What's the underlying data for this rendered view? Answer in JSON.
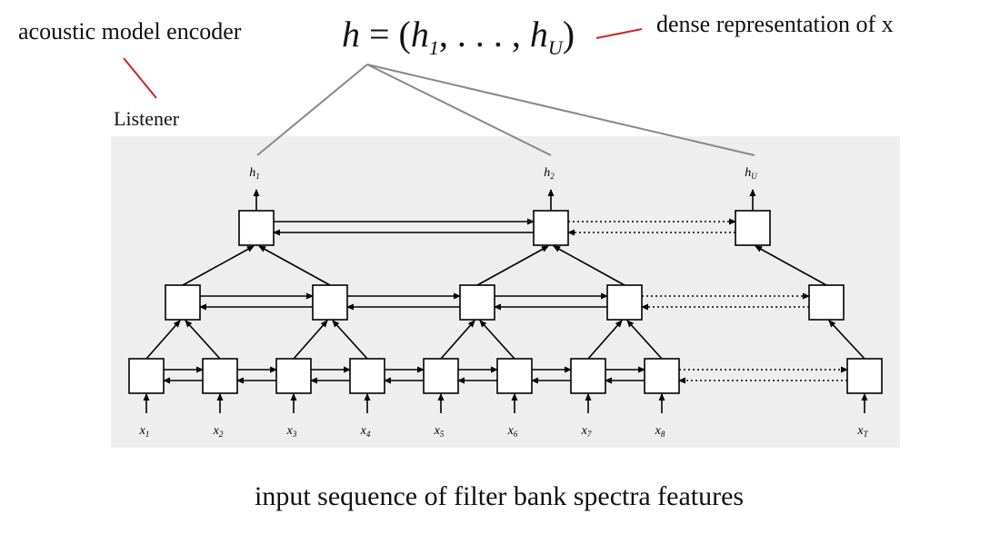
{
  "annotations": {
    "encoder_label": "acoustic model encoder",
    "dense_label": "dense representation of x",
    "listener_label": "Listener",
    "input_label": "input sequence of filter bank spectra features"
  },
  "formula": {
    "lhs": "h",
    "equals": " = (",
    "first": "h",
    "first_sub": "1",
    "sep": ", . . . , ",
    "last": "h",
    "last_sub": "U",
    "close": ")"
  },
  "diagram": {
    "output_labels": [
      {
        "base": "h",
        "sub": "1"
      },
      {
        "base": "h",
        "sub": "2"
      },
      {
        "base": "h",
        "sub": "U"
      }
    ],
    "input_labels": [
      {
        "base": "x",
        "sub": "1"
      },
      {
        "base": "x",
        "sub": "2"
      },
      {
        "base": "x",
        "sub": "3"
      },
      {
        "base": "x",
        "sub": "4"
      },
      {
        "base": "x",
        "sub": "5"
      },
      {
        "base": "x",
        "sub": "6"
      },
      {
        "base": "x",
        "sub": "7"
      },
      {
        "base": "x",
        "sub": "8"
      },
      {
        "base": "x",
        "sub": "T"
      }
    ],
    "colors": {
      "panel": "#eeeeee",
      "stroke": "#000000",
      "connector": "#888888",
      "pointer": "#d62020"
    }
  }
}
